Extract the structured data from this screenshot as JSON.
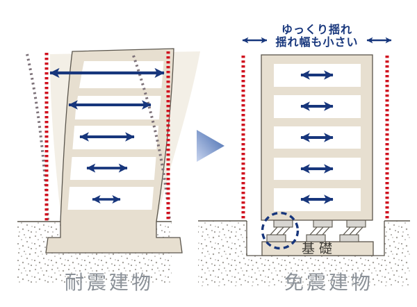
{
  "colors": {
    "navy": "#17367c",
    "red": "#d0101e",
    "building-fill": "#e7dfd0",
    "ghost-fill": "#f3efe6",
    "outline": "#5a554c",
    "plate-fill": "#d8d6d2",
    "label-gray": "#8b9198",
    "dark-text": "#3a3833",
    "track-gray": "#7d7279",
    "speckle-a": "#a5a19b",
    "speckle-b": "#8a867f",
    "grad-light": "#c9d5ef",
    "grad-dark": "#3f66ac"
  },
  "left_panel": {
    "label": "耐震建物"
  },
  "right_panel": {
    "caption_line1": "ゆっくり揺れ",
    "caption_line2": "揺れ幅も小さい",
    "foundation_label": "基礎",
    "label": "免震建物"
  }
}
